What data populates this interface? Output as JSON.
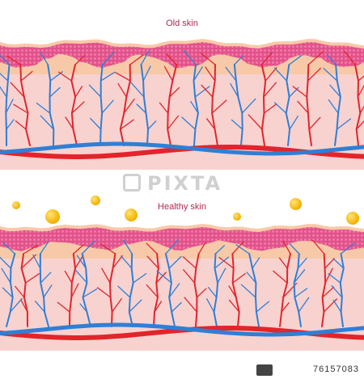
{
  "labels": {
    "old": "Old skin",
    "healthy": "Healthy skin"
  },
  "watermark": {
    "text": "PIXTA"
  },
  "stock_id": "76157083",
  "colors": {
    "title": "#b2284f",
    "skin_top": "#f8c9a8",
    "epidermis": "#e1528a",
    "dermis": "#f8d2cf",
    "artery": "#e3242b",
    "vein": "#2f7fd6",
    "droplet": "#f4b400"
  },
  "icons": {
    "droplet": "collagen-droplet-icon",
    "watermark_logo": "pixta-logo-icon"
  }
}
